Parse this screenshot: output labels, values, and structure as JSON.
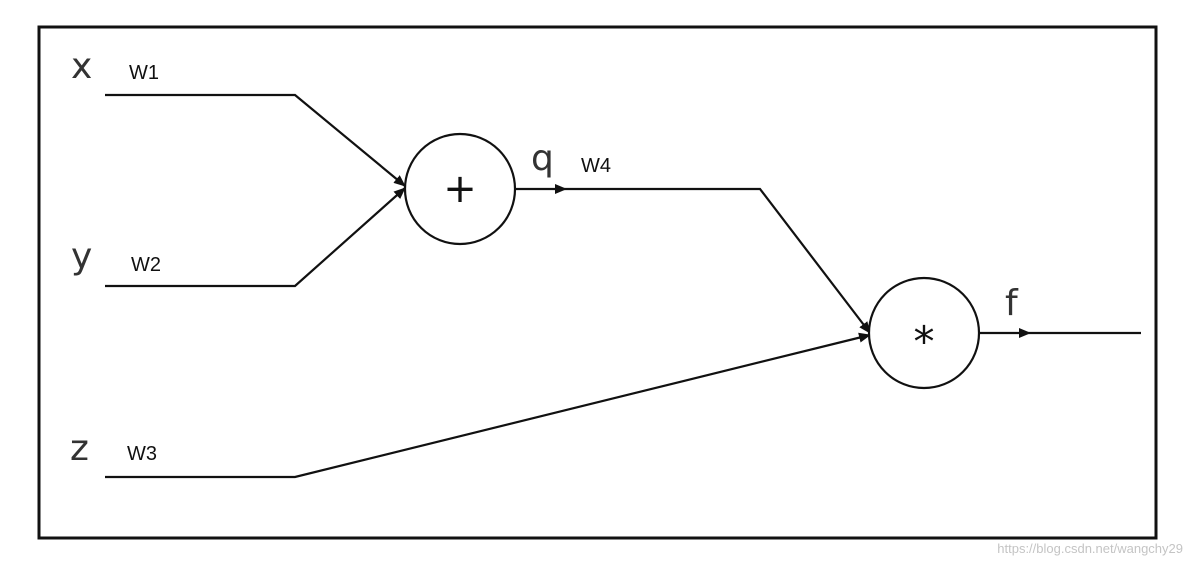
{
  "inputs": [
    {
      "name": "x",
      "weight": "W1"
    },
    {
      "name": "y",
      "weight": "W2"
    },
    {
      "name": "z",
      "weight": "W3"
    }
  ],
  "nodes": {
    "add": {
      "symbol": "+"
    },
    "multiply": {
      "symbol": "*"
    }
  },
  "intermediate": {
    "name": "q",
    "weight": "W4"
  },
  "output": {
    "name": "f"
  },
  "watermark": "https://blog.csdn.net/wangchy29"
}
